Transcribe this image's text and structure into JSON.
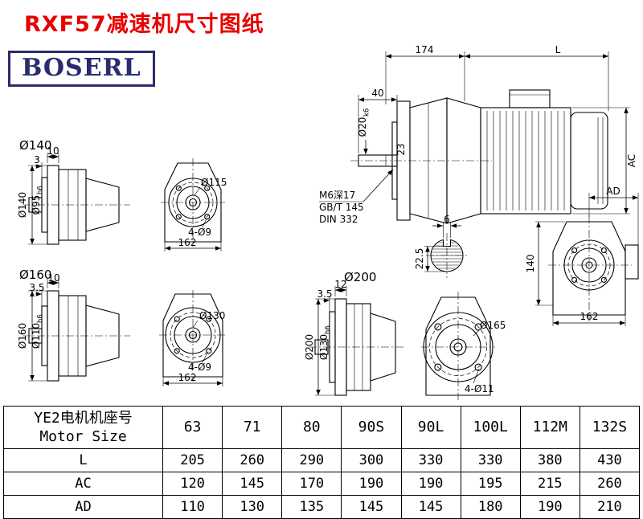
{
  "page": {
    "title": "RXF57减速机尺寸图纸",
    "logo_text": "BOSERL"
  },
  "colors": {
    "title_red": "#e80000",
    "logo_navy": "#2b2b6f",
    "line": "#000000"
  },
  "flange_views": {
    "v140": {
      "section_label": "Ø140",
      "top_dim1": "10",
      "top_dim2": "3",
      "od_label": "Ø140",
      "spigot_main": "Ø95",
      "spigot_sub": "h6",
      "bolt_circle_label": "Ø115",
      "holes_label": "4-Ø9",
      "width_label": "162"
    },
    "v160": {
      "section_label": "Ø160",
      "top_dim1": "10",
      "top_dim2": "3.5",
      "od_label": "Ø160",
      "spigot_main": "Ø110",
      "spigot_sub": "h6",
      "bolt_circle_label": "Ø130",
      "holes_label": "4-Ø9",
      "width_label": "162"
    },
    "v200": {
      "section_label": "Ø200",
      "top_dim1": "12",
      "top_dim2": "3.5",
      "od_label": "Ø200",
      "spigot_main": "Ø130",
      "spigot_sub": "h6",
      "bolt_circle_label": "Ø165",
      "holes_label": "4-Ø11"
    }
  },
  "main_view": {
    "dim_housing_length": "174",
    "dim_motor_length": "L",
    "dim_shaft_ext": "40",
    "shaft_dia_main": "Ø20",
    "shaft_dia_sub": "k6",
    "dim_shaft_shoulder": "23",
    "dim_motor_height": "AC",
    "tap_note_line1": "M6深17",
    "tap_note_line2": "GB/T 145",
    "tap_note_line3": "DIN 332"
  },
  "shaft_section": {
    "key_width": "6",
    "key_depth": "22.5"
  },
  "side_view": {
    "dim_ad": "AD",
    "dim_height": "140",
    "dim_width": "162"
  },
  "table": {
    "header_line1": "YE2电机机座号",
    "header_line2": "Motor Size",
    "sizes": [
      "63",
      "71",
      "80",
      "90S",
      "90L",
      "100L",
      "112M",
      "132S"
    ],
    "rows": [
      {
        "label": "L",
        "values": [
          "205",
          "260",
          "290",
          "300",
          "330",
          "330",
          "380",
          "430"
        ]
      },
      {
        "label": "AC",
        "values": [
          "120",
          "145",
          "170",
          "190",
          "190",
          "195",
          "215",
          "260"
        ]
      },
      {
        "label": "AD",
        "values": [
          "110",
          "130",
          "135",
          "145",
          "145",
          "180",
          "190",
          "210"
        ]
      }
    ]
  }
}
